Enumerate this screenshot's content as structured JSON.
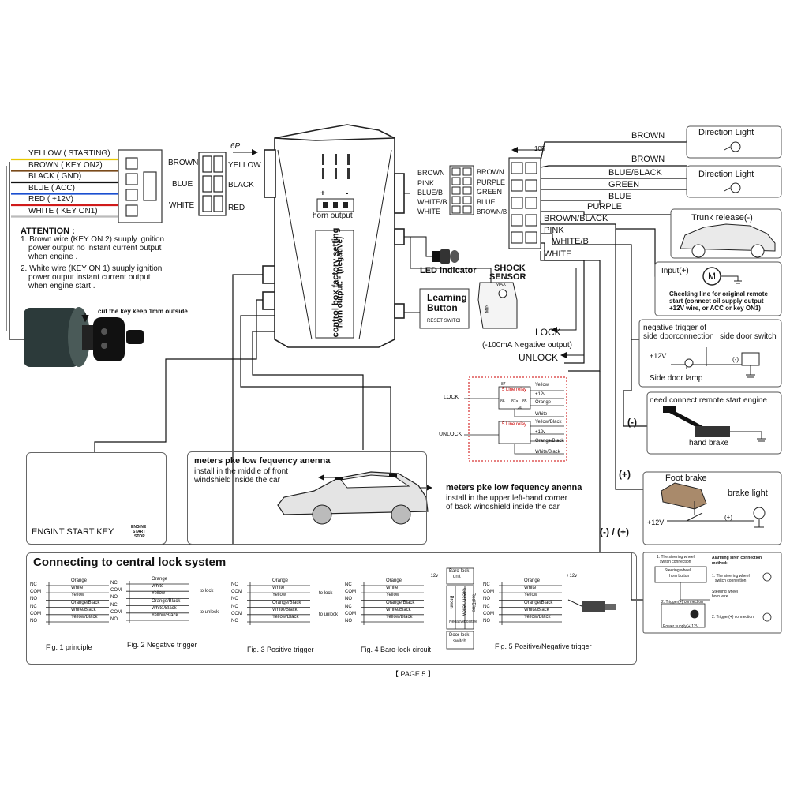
{
  "left_harness": {
    "wires": [
      "YELLOW ( STARTING)",
      "BROWN ( KEY ON2)",
      "BLACK ( GND)",
      "BLUE ( ACC)",
      "RED ( +12V)",
      "WHITE ( KEY ON1)"
    ],
    "wire_colors": [
      "#e8c800",
      "#7a4a1a",
      "#111111",
      "#1a4fd0",
      "#d01a1a",
      "#bbbbbb"
    ]
  },
  "attention": {
    "title": "ATTENTION :",
    "note1": [
      "1. Brown wire (KEY  ON 2) suuply ignition",
      "power output no instant current output",
      "when engine ."
    ],
    "note2": [
      "2. White wire (KEY  ON 1) suuply ignition",
      "power output  instant current output",
      "when engine start ."
    ]
  },
  "key_note": "cut the key keep 1mm outside",
  "conn_6p": {
    "tag": "6P",
    "left": [
      "BROWN",
      "BLUE",
      "WHITE"
    ],
    "right": [
      "YELLOW",
      "BLACK",
      "RED"
    ]
  },
  "horn_output": {
    "plus": "+",
    "minus": "-",
    "label": "horn output"
  },
  "factory_label": [
    "control box factory setting",
    "horn output: - (negative)"
  ],
  "conn_10p": {
    "tag": "10P",
    "left": [
      "BROWN",
      "PINK",
      "BLUE/B",
      "WHITE/B",
      "WHITE"
    ],
    "right": [
      "BROWN",
      "PURPLE",
      "GREEN",
      "BLUE",
      "BROWN/B"
    ]
  },
  "right_wires": [
    "BROWN",
    "BROWN",
    "BLUE/BLACK",
    "GREEN",
    "BLUE",
    "PURPLE",
    "BROWN/BLACK",
    "PINK",
    "WHITE/B",
    "WHITE"
  ],
  "led": "LED indicator",
  "shock": {
    "title1": "SHOCK",
    "title2": "SENSOR",
    "max": "MAX",
    "min": "MIN"
  },
  "learning": {
    "title1": "Learning",
    "title2": "Button",
    "sub": "RESET SWITCH"
  },
  "lock_unlock": {
    "lock": "LOCK",
    "note": "(-100mA Negative output)",
    "unlock": "UNLOCK"
  },
  "relay": {
    "lock_label": "LOCK",
    "unlock_label": "UNLOCK",
    "relay_name": "5 Line relay",
    "pins": [
      "87",
      "86",
      "87a",
      "85",
      "30"
    ],
    "lock_wires": [
      "Yellow",
      "+12v",
      "Orange",
      "White"
    ],
    "unlock_wires": [
      "Yellow/Black",
      "+12v",
      "Orange/Black",
      "White/Black"
    ]
  },
  "right_boxes": {
    "direction1": "Direction Light",
    "direction2": "Direction Light",
    "trunk": "Trunk release(-)",
    "input": "Input(+)",
    "motor": "M",
    "check_note": [
      "Checking line for original remote",
      "start (connect oil supply output",
      "+12V wire, or ACC or key ON1)"
    ],
    "door_title": [
      "negative trigger of",
      "side doorconnection"
    ],
    "door_switch": "side door switch",
    "door_12v": "+12V",
    "door_minus": "(-)",
    "door_lamp": "Side door lamp",
    "brake_title": "need connect remote start engine",
    "brake_minus": "(-)",
    "hand_brake": "hand brake",
    "foot_plus": "(+)",
    "foot_brake": "Foot brake",
    "brake_light": "brake light",
    "foot_12v": "+12V",
    "foot_paren": "(+)",
    "pm": "(-) / (+)"
  },
  "siren": {
    "l1": "1. The steering wheel",
    "l1b": "switch connection",
    "horn_button": [
      "Steering wheel",
      "horn button"
    ],
    "wire": [
      "Steering wheel",
      "horn wire"
    ],
    "l2": "2. Trigger(+) connection",
    "power": "Power supply(+)12V",
    "title": [
      "Alarming siren connection",
      "method:"
    ],
    "r1": [
      "1. The steering wheel",
      "switch connection"
    ],
    "r2": "2. Trigger(+) connection"
  },
  "engine_key": {
    "label": "ENGINT START KEY",
    "btn": [
      "ENGINE",
      "START",
      "STOP"
    ]
  },
  "antenna1": {
    "title": "meters pke low fequency anenna",
    "l1": "install in the  middle of front",
    "l2": "windshield inside the car"
  },
  "antenna2": {
    "title": "meters pke low fequency anenna",
    "l1": "install in the  upper left-hand corner",
    "l2": "of back windshield inside the car"
  },
  "central_lock": {
    "title": "Connecting to central lock system",
    "pins": [
      "NC",
      "COM",
      "NO",
      "NC",
      "COM",
      "NO"
    ],
    "wires": [
      "Orange",
      "White",
      "Yellow",
      "Orange/Black",
      "White/Black",
      "Yellow/Black"
    ],
    "to_lock": "to lock",
    "to_unlock": "to unlock",
    "plus12": "+12v",
    "baro_unit": [
      "Baro-lock",
      "unit"
    ],
    "baro_cols": [
      "Brown",
      "Green/Yellow",
      "Red/Blue"
    ],
    "baro_sub": [
      "Negative",
      "positive"
    ],
    "door_lock": [
      "Door lock",
      "switch"
    ],
    "figs": [
      "Fig. 1  principle",
      "Fig. 2  Negative trigger",
      "Fig. 3  Positive trigger",
      "Fig. 4  Baro-lock circuit",
      "Fig. 5  Positive/Negative trigger"
    ]
  },
  "page": "【 PAGE 5 】"
}
